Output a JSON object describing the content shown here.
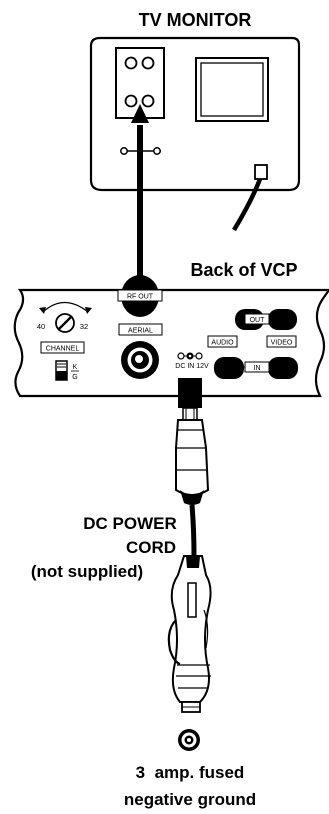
{
  "tv": {
    "title": "TV MONITOR"
  },
  "vcp": {
    "title": "Back of VCP",
    "dial_left": "40",
    "dial_right": "32",
    "channel_label": "CHANNEL",
    "switch_top": "K",
    "switch_bottom": "G",
    "rf_out_label": "RF OUT",
    "aerial_label": "AERIAL",
    "dc_in_label": "DC IN 12V",
    "out_label": "OUT",
    "in_label": "IN",
    "audio_label": "AUDIO",
    "video_label": "VIDEO"
  },
  "cord": {
    "line1": "DC POWER",
    "line2": "CORD",
    "line3": "(not supplied)"
  },
  "fuse": {
    "line1": "3  amp. fused",
    "line2": "negative ground"
  }
}
